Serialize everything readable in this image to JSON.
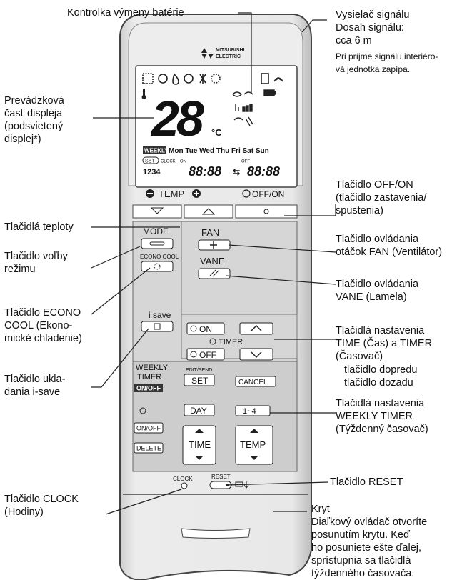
{
  "labels": {
    "battery_indicator": "Kontrolka výmeny batérie",
    "signal_transmitter": "Vysielač signálu\nDosah signálu:\ncca 6 m",
    "signal_note": "Pri príjme signálu interiéro-\nvá jednotka zapípa.",
    "display_operation": "Prevádzková\nčasť displeja\n(podsvietený\ndisplej*)",
    "off_on_button": "Tlačidlo OFF/ON\n(tlačidlo zastavenia/\nspustenia)",
    "temperature_buttons": "Tlačidlá teploty",
    "mode_select_button": "Tlačidlo voľby\nrežimu",
    "fan_button": "Tlačidlo ovládania\notáčok FAN (Ventilátor)",
    "vane_button": "Tlačidlo ovládania\nVANE (Lamela)",
    "econo_cool_button": "Tlačidlo ECONO\nCOOL (Ekono-\nmické chladenie)",
    "time_timer_buttons": "Tlačidlá nastavenia\nTIME (Čas) a TIMER\n(Časovač)",
    "forward_button": "tlačidlo dopredu",
    "backward_button": "tlačidlo dozadu",
    "isave_button": "Tlačidlo ukla-\ndania i-save",
    "weekly_timer_buttons": "Tlačidlá nastavenia\nWEEKLY TIMER\n(Týždenný časovač)",
    "reset_button": "Tlačidlo RESET",
    "clock_button": "Tlačidlo CLOCK\n(Hodiny)",
    "cover": "Kryt\nDiaľkový ovládač otvoríte\nposunutím krytu. Keď\nho posuniete ešte ďalej,\nsprístupnia sa tlačidlá\ntýždenného časovača."
  },
  "remote": {
    "brand_line1": "MITSUBISHI",
    "brand_line2": "ELECTRIC",
    "temp_digits": "28",
    "temp_unit": "°C",
    "weekly_badge": "WEEKLY",
    "days": "Mon Tue Wed Thu Fri Sat Sun",
    "set_badge": "SET",
    "clock_small": "CLOCK",
    "on_small": "ON",
    "off_small": "OFF",
    "program_nums": "1234",
    "time_on": "88:88",
    "time_off": "88:88",
    "temp_label": "TEMP",
    "offon_label": "OFF/ON",
    "mode": "MODE",
    "econo_cool": "ECONO COOL",
    "isave": "i save",
    "fan": "FAN",
    "vane": "VANE",
    "on_btn": "ON",
    "timer": "TIMER",
    "off_btn": "OFF",
    "weekly_timer": "WEEKLY\nTIMER",
    "weekly_onoff": "ON/OFF",
    "edit_send": "EDIT/SEND",
    "set": "SET",
    "cancel": "CANCEL",
    "day": "DAY",
    "range": "1~4",
    "onoff": "ON/OFF",
    "delete": "DELETE",
    "time": "TIME",
    "temp": "TEMP",
    "clock": "CLOCK",
    "reset": "RESET"
  },
  "colors": {
    "body": "#e6e6e6",
    "body_edge": "#555555",
    "panel": "#d9d9d9",
    "lcd": "#ffffff",
    "button": "#ffffff",
    "dark_badge": "#333333",
    "line": "#222222"
  }
}
